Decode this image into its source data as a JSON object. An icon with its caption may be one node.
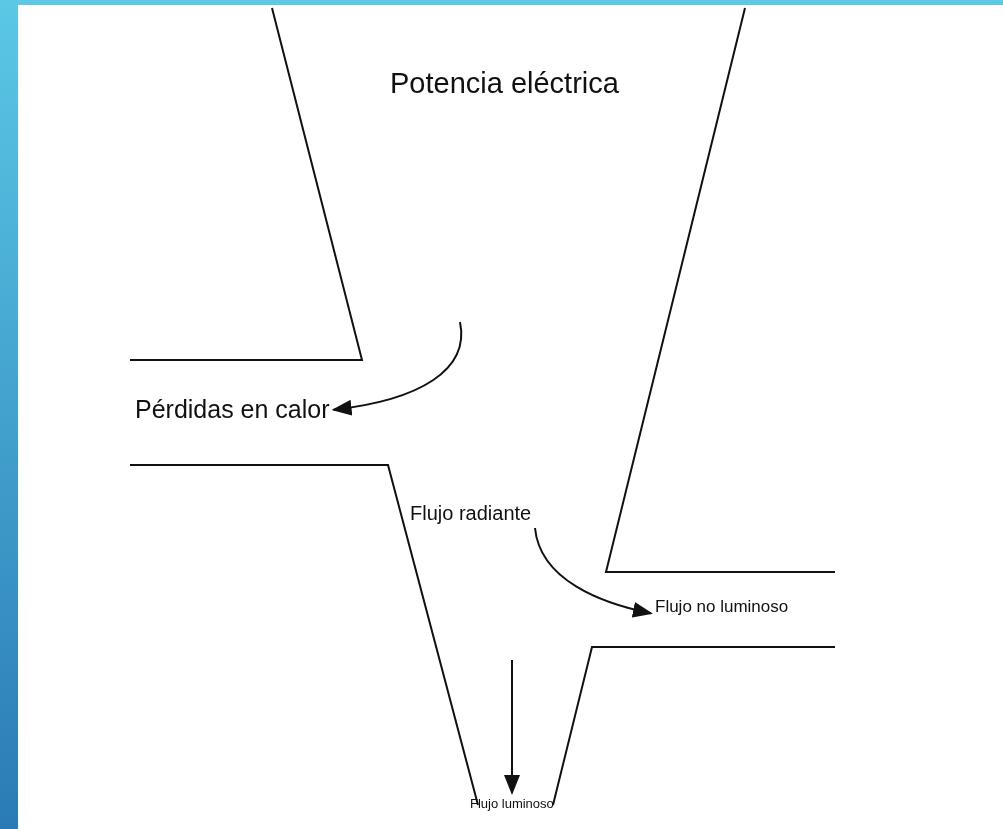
{
  "diagram": {
    "nodes": [
      {
        "text": [
          "Potencia eléctrica"
        ]
      },
      {
        "text": [
          "Pérdidas en calor"
        ]
      },
      {
        "text": [
          "Flujo radiante"
        ]
      },
      {
        "text": [
          "Flujo no luminoso"
        ]
      },
      {
        "text": [
          "Flujo luminoso"
        ]
      }
    ],
    "edges": [
      {
        "from": null,
        "to": 1,
        "arrow": "to"
      },
      {
        "from": 2,
        "to": 3,
        "arrow": "to"
      },
      {
        "from": null,
        "to": 4,
        "arrow": "to"
      }
    ]
  }
}
